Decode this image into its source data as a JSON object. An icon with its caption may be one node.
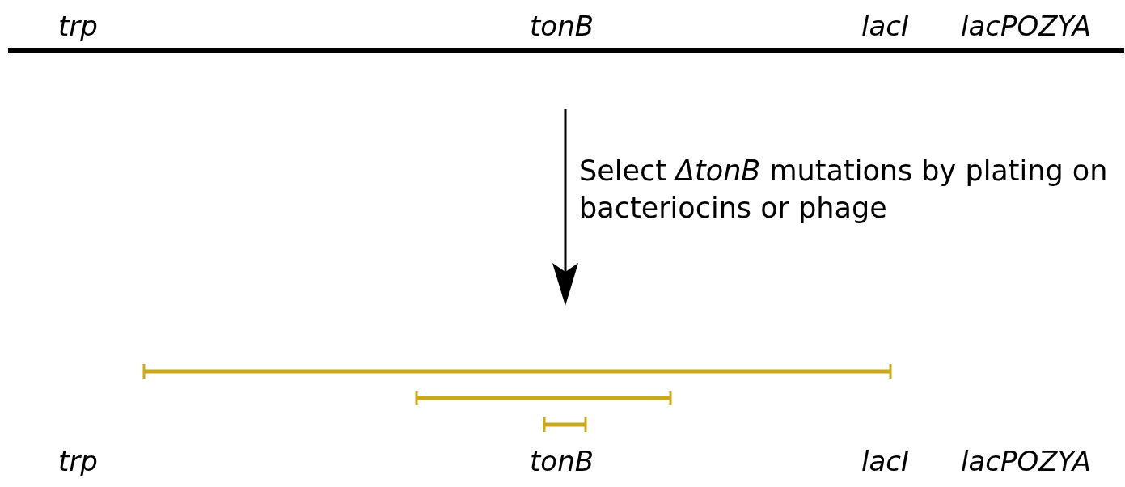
{
  "diagram": {
    "labels": [
      "trp",
      "tonB",
      "lacI",
      "lacPOZYA",
      "Select *ΔtonB* mutations by plating on bacteriocins or phage",
      "trp",
      "tonB",
      "lacI",
      "lacPOZYA"
    ]
  }
}
